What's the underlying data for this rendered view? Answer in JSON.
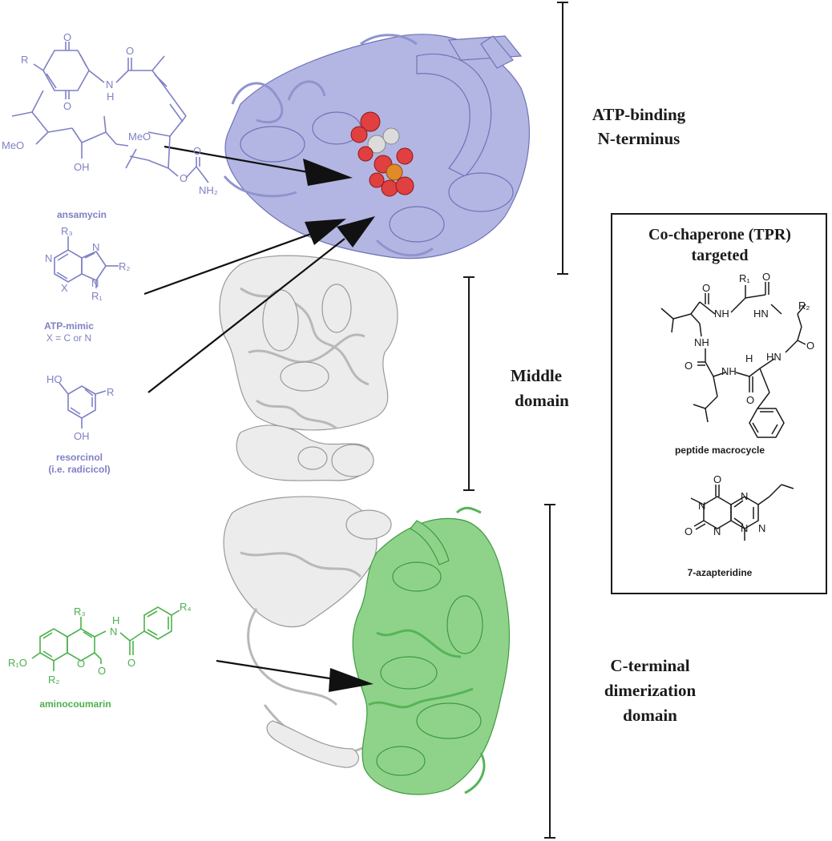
{
  "domains": {
    "n_terminus": [
      "ATP-binding",
      "N-terminus"
    ],
    "middle": [
      "Middle",
      "domain"
    ],
    "c_terminus": [
      "C-terminal",
      "dimerization",
      "domain"
    ]
  },
  "inhibitors": {
    "ansamycin": "ansamycin",
    "atp_mimic": "ATP-mimic",
    "atp_mimic_note": "X = C or N",
    "resorcinol": "resorcinol",
    "resorcinol_note": "(i.e. radicicol)",
    "aminocoumarin": "aminocoumarin"
  },
  "cochaperone_box": {
    "title": [
      "Co-chaperone (TPR)",
      "targeted"
    ],
    "peptide_label": "peptide macrocycle",
    "azapteridine_label": "7-azapteridine"
  },
  "atoms": {
    "R": "R",
    "O": "O",
    "OH": "OH",
    "MeO": "MeO",
    "N": "N",
    "NH": "NH",
    "NH2": "NH₂",
    "HN": "HN",
    "H": "H",
    "X": "X",
    "R1": "R₁",
    "R2": "R₂",
    "R3": "R₃",
    "R4": "R₄",
    "R1O": "R₁O"
  },
  "colors": {
    "hsp90_inhibitor_blue": "#7f80c4",
    "aminocoumarin_green": "#4cb04c",
    "n_domain_ribbon": "#b3b6e2",
    "middle_domain_ribbon": "#ececec",
    "c_domain_ribbon": "#8fd38a",
    "ligand_oxygen": "#e04040",
    "ligand_phosphorus": "#e08a2a"
  }
}
